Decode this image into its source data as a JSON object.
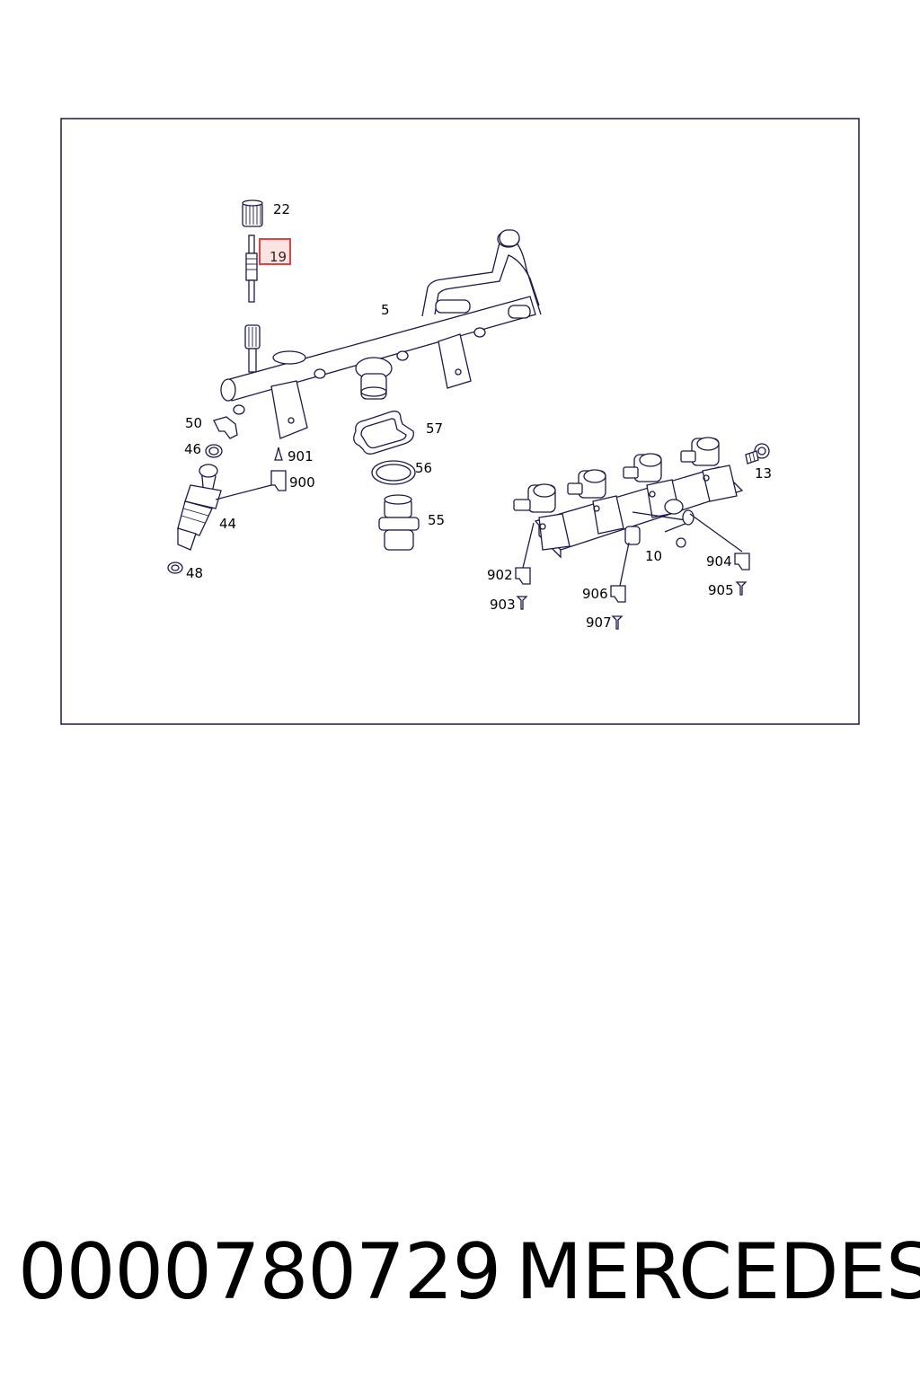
{
  "diagram": {
    "highlight_color": "#e03030",
    "highlighted_label": "19",
    "labels": {
      "l22": "22",
      "l19": "19",
      "l5": "5",
      "l50": "50",
      "l46": "46",
      "l901": "901",
      "l900": "900",
      "l44": "44",
      "l48": "48",
      "l57": "57",
      "l56": "56",
      "l55": "55",
      "l13": "13",
      "l902": "902",
      "l903": "903",
      "l10": "10",
      "l906": "906",
      "l907": "907",
      "l904": "904",
      "l905": "905"
    }
  },
  "caption": {
    "part_number": "0000780729",
    "brand": "MERCEDES"
  }
}
